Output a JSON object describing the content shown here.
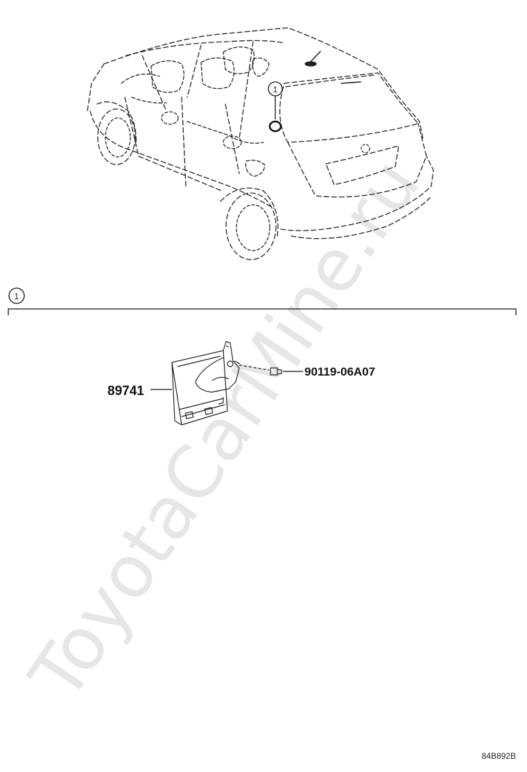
{
  "watermark": "ToyotaCarMine.ru",
  "section": {
    "callout": "1"
  },
  "car_callout": "1",
  "parts": {
    "module": "89741",
    "screw": "90119-06A07"
  },
  "drawing_code": "84B892B"
}
